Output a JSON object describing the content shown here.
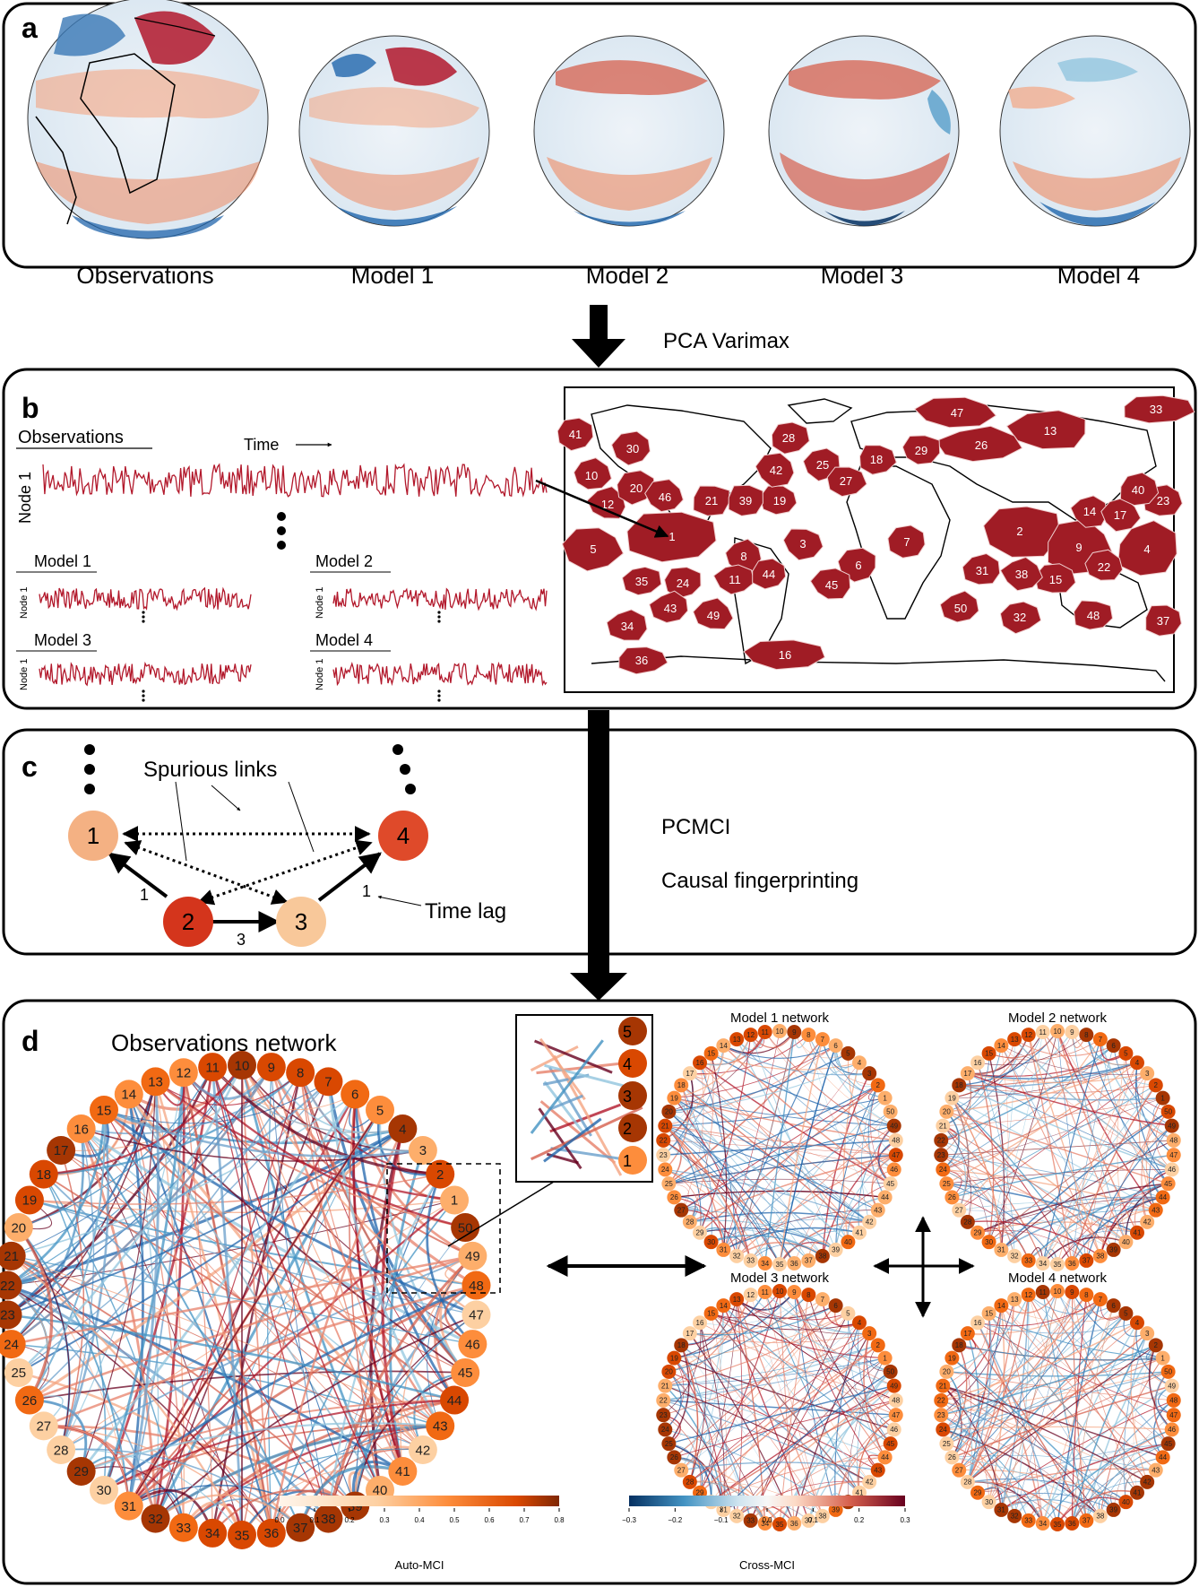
{
  "panel_a": {
    "letter": "a",
    "globes": [
      {
        "label": "Observations"
      },
      {
        "label": "Model 1"
      },
      {
        "label": "Model 2"
      },
      {
        "label": "Model 3"
      },
      {
        "label": "Model 4"
      }
    ]
  },
  "arrow_ab_label": "PCA Varimax",
  "panel_b": {
    "letter": "b",
    "observations_title": "Observations",
    "time_label": "Time",
    "node_label": "Node 1",
    "models": [
      "Model 1",
      "Model 2",
      "Model 3",
      "Model 4"
    ],
    "regions": [
      "1",
      "2",
      "3",
      "4",
      "5",
      "6",
      "7",
      "8",
      "9",
      "10",
      "11",
      "12",
      "13",
      "14",
      "15",
      "16",
      "17",
      "18",
      "19",
      "20",
      "21",
      "22",
      "23",
      "24",
      "25",
      "26",
      "27",
      "28",
      "29",
      "30",
      "31",
      "32",
      "33",
      "34",
      "35",
      "36",
      "37",
      "38",
      "39",
      "40",
      "41",
      "42",
      "43",
      "44",
      "45",
      "46",
      "47",
      "48",
      "49",
      "50"
    ]
  },
  "panel_c": {
    "letter": "c",
    "spurious_label": "Spurious links",
    "time_lag_label": "Time lag",
    "nodes": [
      {
        "id": "1",
        "color": "#f4b183"
      },
      {
        "id": "2",
        "color": "#d4351c"
      },
      {
        "id": "3",
        "color": "#f8c89a"
      },
      {
        "id": "4",
        "color": "#df4a2a"
      }
    ],
    "lags": {
      "l21": "1",
      "l23": "3",
      "l34": "1"
    },
    "method_label": "PCMCI",
    "fingerprint_label": "Causal fingerprinting"
  },
  "panel_d": {
    "letter": "d",
    "obs_title": "Observations network",
    "model_titles": [
      "Model 1 network",
      "Model 2 network",
      "Model 3 network",
      "Model 4 network"
    ],
    "auto_mci": {
      "label": "Auto-MCI",
      "ticks": [
        "0.0",
        "0.1",
        "0.2",
        "0.3",
        "0.4",
        "0.5",
        "0.6",
        "0.7",
        "0.8"
      ],
      "colors": [
        "#fff5eb",
        "#fdd0a2",
        "#fd8d3c",
        "#d94801",
        "#7f2704"
      ]
    },
    "cross_mci": {
      "label": "Cross-MCI",
      "ticks": [
        "−0.3",
        "−0.2",
        "−0.1",
        "0.0",
        "0.1",
        "0.2",
        "0.3"
      ],
      "colors": [
        "#053061",
        "#4393c3",
        "#d1e5f0",
        "#f7f7f7",
        "#fddbc7",
        "#d6604d",
        "#67001f"
      ]
    }
  }
}
